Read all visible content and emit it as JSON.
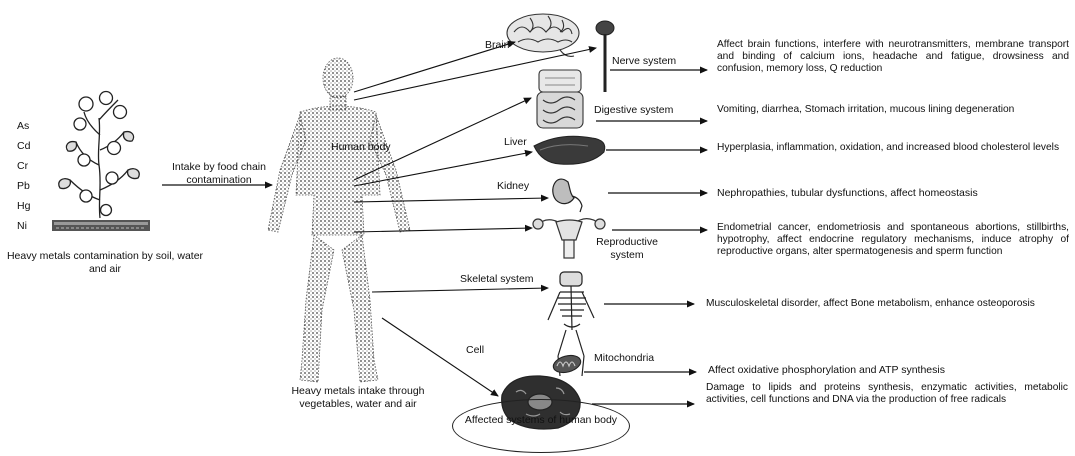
{
  "left": {
    "metals": [
      "As",
      "Cd",
      "Cr",
      "Pb",
      "Hg",
      "Ni"
    ],
    "plant_caption": "Heavy metals contamination by soil, water and air",
    "intake_label": "Intake by food chain contamination"
  },
  "body": {
    "label": "Human body",
    "caption": "Heavy metals intake through vegetables, water and air"
  },
  "organs": {
    "brain": "Brain",
    "nerve": "Nerve system",
    "digestive": "Digestive system",
    "liver": "Liver",
    "kidney": "Kidney",
    "reproductive": "Reproductive system",
    "skeletal": "Skeletal system",
    "cell": "Cell",
    "mitochondria": "Mitochondria"
  },
  "effects": {
    "nerve": "Affect brain functions, interfere with neurotransmitters, membrane transport and binding of calcium ions, headache and fatigue, drowsiness and confusion, memory loss, Q reduction",
    "digestive": "Vomiting, diarrhea, Stomach irritation, mucous lining degeneration",
    "liver": "Hyperplasia, inflammation, oxidation, and increased blood cholesterol levels",
    "kidney": "Nephropathies, tubular dysfunctions, affect homeostasis",
    "reproductive": "Endometrial cancer, endometriosis and spontaneous abortions, stillbirths, hypotrophy, affect endocrine regulatory mechanisms, induce atrophy of reproductive organs, alter spermatogenesis and sperm function",
    "skeletal": "Musculoskeletal disorder, affect Bone metabolism, enhance osteoporosis",
    "mitochondria": "Affect oxidative phosphorylation and ATP synthesis",
    "cell": "Damage to lipids and proteins synthesis, enzymatic activities, metabolic activities, cell functions and DNA via the production of free radicals"
  },
  "footer": "Affected systems of human body"
}
